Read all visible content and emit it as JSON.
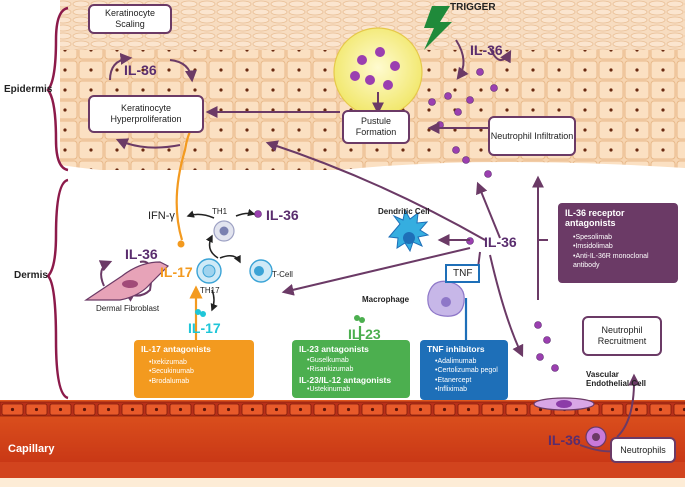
{
  "layers": {
    "epidermis": "Epidermis",
    "dermis": "Dermis",
    "capillary": "Capillary"
  },
  "trigger": "TRIGGER",
  "boxes": {
    "scaling": "Keratinocyte Scaling",
    "hyperproliferation": "Keratinocyte Hyperproliferation",
    "pustule": "Pustule Formation",
    "infiltration": "Neutrophil Infiltration",
    "recruitment": "Neutrophil Recruitment",
    "neutrophils": "Neutrophils"
  },
  "labels": {
    "il36": "IL-36",
    "il17": "IL-17",
    "il23": "IL-23",
    "tnf": "TNF",
    "ifn": "IFN-γ",
    "th1": "TH1",
    "th17": "TH17",
    "tcell": "T-Cell",
    "dendritic": "Dendritic Cell",
    "macrophage": "Macrophage",
    "fibroblast": "Dermal Fibroblast",
    "vascular": "Vascular Endothelial Cell"
  },
  "panels": {
    "il17": {
      "title": "IL-17 antagonists",
      "items": [
        "Ixekizumab",
        "Secukinumab",
        "Brodalumab"
      ],
      "color": "#f39a1f"
    },
    "il23": {
      "title": "IL-23 antagonists",
      "items": [
        "Guselkumab",
        "Risankizumab"
      ],
      "title2": "IL-23/IL-12 antagonists",
      "items2": [
        "Ustekinumab"
      ],
      "color": "#4caf4f"
    },
    "tnf": {
      "title": "TNF inhibitors",
      "items": [
        "Adalimumab",
        "Certolizumab pegol",
        "Etanercept",
        "Infliximab"
      ],
      "color": "#1e6fb8"
    },
    "il36r": {
      "title": "IL-36 receptor antagonists",
      "items": [
        "Spesolimab",
        "Imsidolimab",
        "Anti-IL-36R monoclonal antibody"
      ],
      "color": "#6b3a66"
    }
  },
  "colors": {
    "il36": "#5a2d6e",
    "il17": "#f39a1f",
    "il17cyan": "#1fc6d8",
    "il23": "#4caf4f",
    "tnf": "#1e6fb8",
    "capillary": "#c93a1a",
    "epidermis": "#f3c9a0"
  }
}
